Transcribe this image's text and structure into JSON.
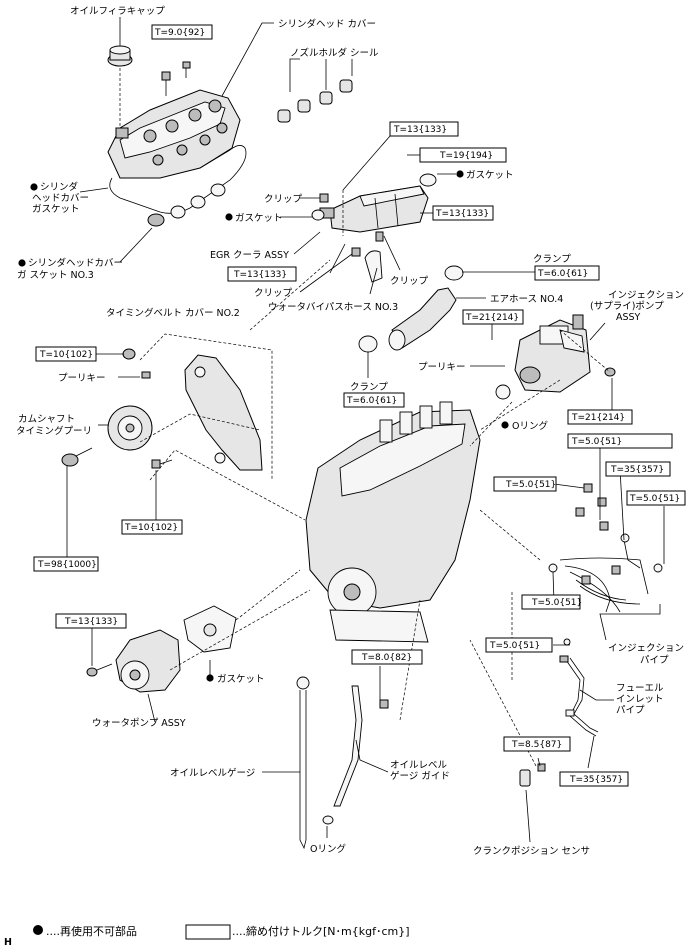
{
  "labels": {
    "oil_filler_cap": "オイルフィラキャップ",
    "cylinder_head_cover": "シリンダヘッド カバー",
    "nozzle_holder_seal": "ノズルホルダ シール",
    "cylinder_head_cover_gasket_1": "シリンダ",
    "cylinder_head_cover_gasket_2": "ヘッドカバー",
    "cylinder_head_cover_gasket_3": "ガスケット",
    "cylinder_head_cover_gasket_no3_1": "シリンダヘッドカバー",
    "cylinder_head_cover_gasket_no3_2": "ガ スケット NO.3",
    "gasket_upper": "ガスケット",
    "clip_left": "クリップ",
    "gasket_mid": "ガスケット",
    "egr_cooler_assy": "EGR クーラ ASSY",
    "clip_lower": "クリップ",
    "clip_right": "クリップ",
    "water_bypass_hose": "ウォータバイパスホース NO.3",
    "clamp_upper": "クランプ",
    "air_hose_no4": "エアホース NO.4",
    "timing_belt_cover": "タイミングベルト カバー NO.2",
    "injection_pump_1": "インジェクション",
    "injection_pump_2": "(サプライ)ポンプ",
    "injection_pump_3": "ASSY",
    "pulley_key_left": "プーリキー",
    "pulley_key_right": "プーリキー",
    "camshaft_pulley_1": "カムシャフト",
    "camshaft_pulley_2": "タイミングプーリ",
    "clamp_lower": "クランプ",
    "o_ring_pump": "Oリング",
    "injection_pipe_1": "インジェクション",
    "injection_pipe_2": "パイプ",
    "fuel_inlet_pipe_1": "フューエル",
    "fuel_inlet_pipe_2": "インレット",
    "fuel_inlet_pipe_3": "パイプ",
    "gasket_water_pump": "ガスケット",
    "water_pump_assy": "ウォータポンプ ASSY",
    "oil_level_gauge": "オイルレベルゲージ",
    "oil_level_gauge_guide_1": "オイルレベル",
    "oil_level_gauge_guide_2": "ゲージ ガイド",
    "o_ring_bottom": "Oリング",
    "crank_position_sensor": "クランクポジション センサ"
  },
  "torques": {
    "t_head_cover": "T=9.0{92}",
    "t_egr_top": "T=13{133}",
    "t_egr_right1": "T=19{194}",
    "t_egr_right2": "T=13{133}",
    "t_egr_left": "T=13{133}",
    "t_clamp_upper": "T=6.0{61}",
    "t_pump_top": "T=21{214}",
    "t_timing_cover_top": "T=10{102}",
    "t_clamp_lower": "T=6.0{61}",
    "t_pump_bottom": "T=21{214}",
    "t_pipe_top": "T=5.0{51}",
    "t_pipe_a": "T=5.0{51}",
    "t_pipe_b": "T=35{357}",
    "t_pipe_c": "T=5.0{51}",
    "t_timing_cover_bottom": "T=10{102}",
    "t_pulley_bolt": "T=98{1000}",
    "t_pipe_d": "T=5.0{51}",
    "t_water_pump": "T=13{133}",
    "t_pipe_e": "T=5.0{51}",
    "t_gauge_guide": "T=8.0{82}",
    "t_crank_sensor": "T=8.5{87}",
    "t_fuel_inlet": "T=35{357}"
  },
  "legend": {
    "non_reusable": "....再使用不可部品",
    "torque": "....締め付けトルク[N･m{kgf･cm}]"
  },
  "corner_mark": "H"
}
